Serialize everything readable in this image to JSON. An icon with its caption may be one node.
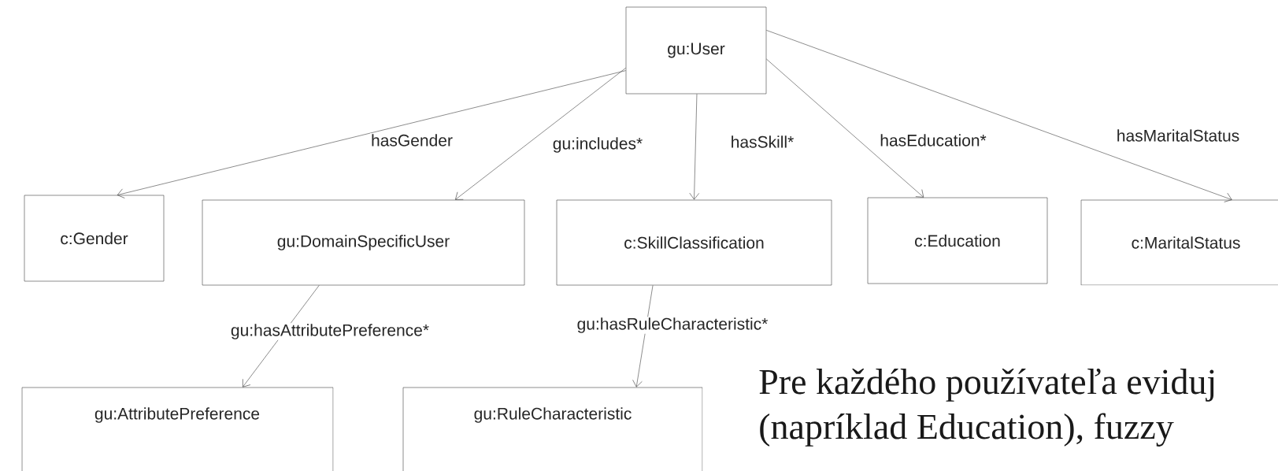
{
  "diagram": {
    "nodes": [
      {
        "text": [
          "gu:User"
        ]
      },
      {
        "text": [
          "c:Gender"
        ]
      },
      {
        "text": [
          "gu:DomainSpecificUser"
        ]
      },
      {
        "text": [
          "c:SkillClassification"
        ]
      },
      {
        "text": [
          "c:Education"
        ]
      },
      {
        "text": [
          "c:MaritalStatus"
        ]
      },
      {
        "text": [
          "gu:AttributePreference"
        ]
      },
      {
        "text": [
          "gu:RuleCharacteristic"
        ]
      }
    ],
    "edges": [
      {
        "from": 0,
        "to": 1,
        "arrow": "to",
        "label": "hasGender"
      },
      {
        "from": 0,
        "to": 2,
        "arrow": "to",
        "label": "gu:includes*"
      },
      {
        "from": 0,
        "to": 3,
        "arrow": "to",
        "label": "hasSkill*"
      },
      {
        "from": 0,
        "to": 4,
        "arrow": "to",
        "label": "hasEducation*"
      },
      {
        "from": 0,
        "to": 5,
        "arrow": "to",
        "label": "hasMaritalStatus"
      },
      {
        "from": 2,
        "to": 6,
        "arrow": "to",
        "label": "gu:hasAttributePreference*"
      },
      {
        "from": 3,
        "to": 7,
        "arrow": "to",
        "label": "gu:hasRuleCharacteristic*"
      }
    ],
    "labels": [
      "Pre každého používateľa eviduj",
      "(napríklad Education), fuzzy"
    ]
  }
}
